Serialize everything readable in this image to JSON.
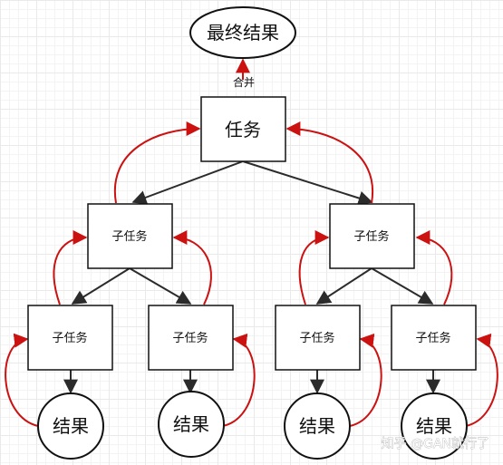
{
  "final_result": "最终结果",
  "merge_label": "合并",
  "root_task": "任务",
  "subtask_label": "子任务",
  "result_label": "结果",
  "watermark": "知乎 @GAN就行了",
  "colors": {
    "task_edge": "#2b2b2b",
    "return_edge": "#cc1111"
  }
}
